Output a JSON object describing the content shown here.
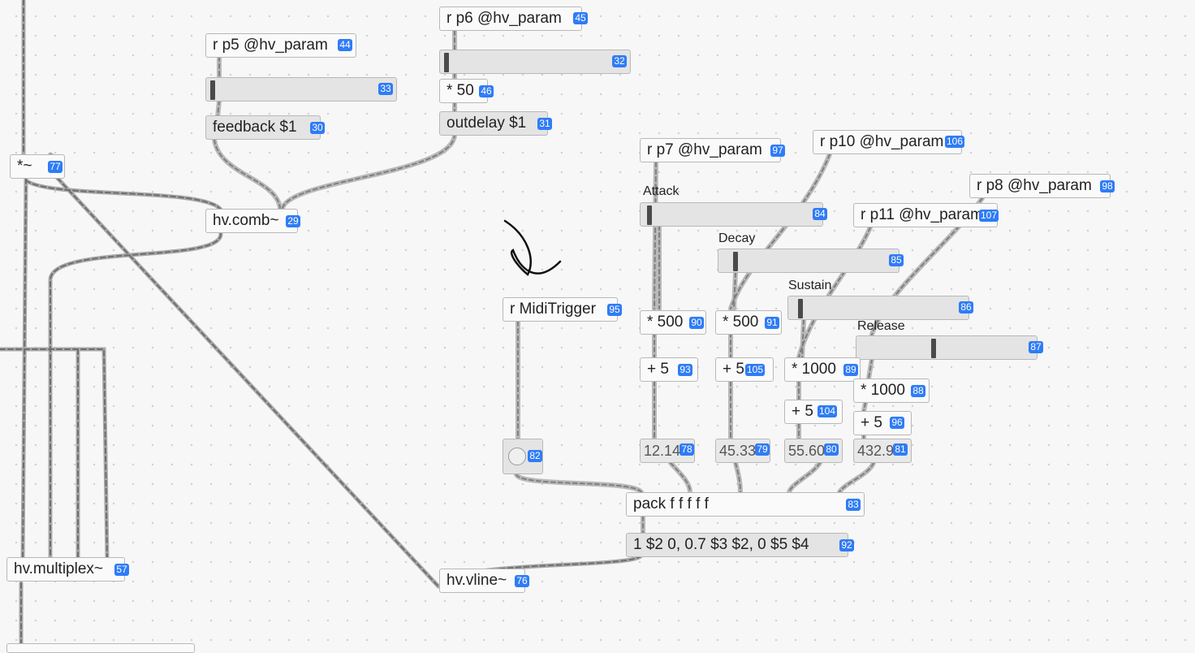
{
  "objects": {
    "mul_sig": {
      "text": "*~",
      "index": "77"
    },
    "r_p5": {
      "text": "r p5 @hv_param",
      "index": "44"
    },
    "slider_33": {
      "index": "33",
      "value": 0.02
    },
    "feedback": {
      "text": "feedback $1",
      "index": "30"
    },
    "r_p6": {
      "text": "r p6 @hv_param",
      "index": "45"
    },
    "slider_32": {
      "index": "32",
      "value": 0.02
    },
    "mul50": {
      "text": "* 50",
      "index": "46"
    },
    "outdelay": {
      "text": "outdelay $1",
      "index": "31"
    },
    "comb": {
      "text": "hv.comb~",
      "index": "29"
    },
    "r_miditrigger": {
      "text": "r MidiTrigger",
      "index": "95"
    },
    "bang": {
      "index": "82"
    },
    "r_p7": {
      "text": "r p7 @hv_param",
      "index": "97"
    },
    "r_p10": {
      "text": "r p10 @hv_param",
      "index": "106"
    },
    "r_p8": {
      "text": "r p8 @hv_param",
      "index": "98"
    },
    "r_p11": {
      "text": "r p11 @hv_param",
      "index": "107"
    },
    "attack_label": "Attack",
    "attack_slider": {
      "index": "84",
      "value": 0.02
    },
    "decay_label": "Decay",
    "decay_slider": {
      "index": "85",
      "value": 0.08
    },
    "sustain_label": "Sustain",
    "sustain_slider": {
      "index": "86",
      "value": 0.06
    },
    "release_label": "Release",
    "release_slider": {
      "index": "87",
      "value": 0.43
    },
    "mul500_a": {
      "text": "* 500",
      "index": "90"
    },
    "mul500_b": {
      "text": "* 500",
      "index": "91"
    },
    "mul1000_a": {
      "text": "* 1000",
      "index": "89"
    },
    "mul1000_b": {
      "text": "* 1000",
      "index": "88"
    },
    "add5_a": {
      "text": "+ 5",
      "index": "93"
    },
    "add5_b": {
      "text": "+ 5",
      "index": "105"
    },
    "add5_c": {
      "text": "+ 5",
      "index": "104"
    },
    "add5_d": {
      "text": "+ 5",
      "index": "96"
    },
    "num_78": {
      "text": "12.14",
      "index": "78"
    },
    "num_79": {
      "text": "45.33",
      "index": "79"
    },
    "num_80": {
      "text": "55.60",
      "index": "80"
    },
    "num_81": {
      "text": "432.9",
      "index": "81"
    },
    "pack": {
      "text": "pack f f f f f",
      "index": "83"
    },
    "envmsg": {
      "text": "1 $2 0, 0.7 $3 $2, 0 $5 $4",
      "index": "92"
    },
    "vline": {
      "text": "hv.vline~",
      "index": "76"
    },
    "multiplex": {
      "text": "hv.multiplex~",
      "index": "57"
    }
  }
}
